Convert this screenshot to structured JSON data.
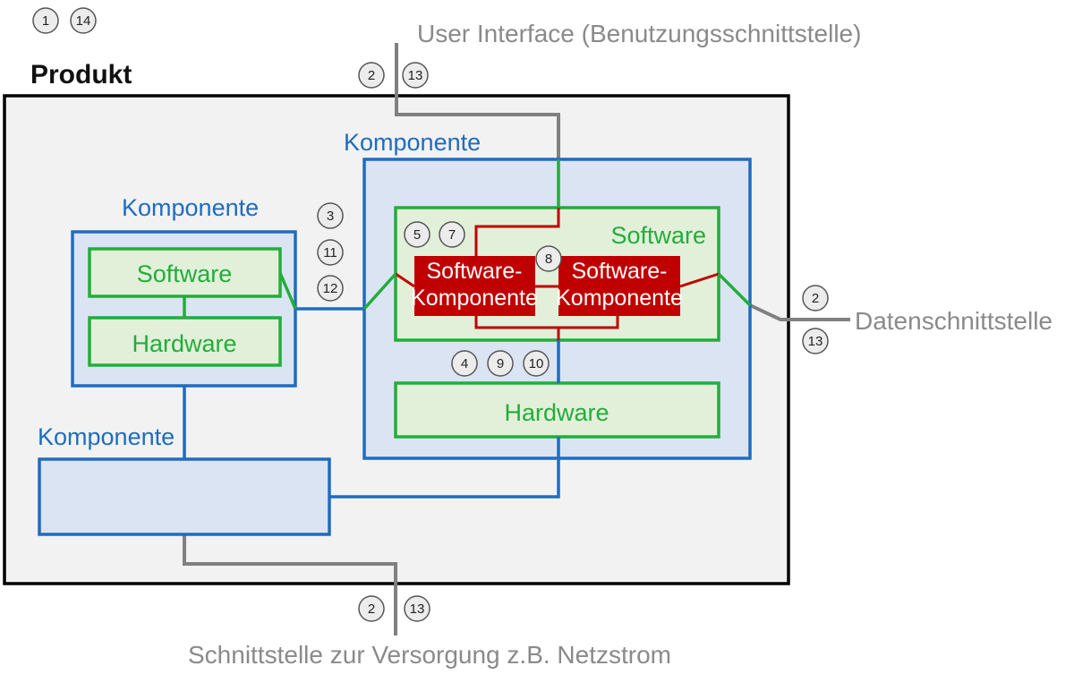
{
  "title": "Produkt",
  "interfaces": {
    "user": "User Interface (Benutzungsschnittstelle)",
    "data": "Datenschnittstelle",
    "power": "Schnittstelle zur Versorgung z.B. Netzstrom"
  },
  "components": {
    "left_title": "Komponente",
    "right_title": "Komponente",
    "bottom_title": "Komponente"
  },
  "blocks": {
    "left_software": "Software",
    "left_hardware": "Hardware",
    "right_software": "Software",
    "right_hardware": "Hardware",
    "swc1_line1": "Software-",
    "swc1_line2": "Komponente",
    "swc2_line1": "Software-",
    "swc2_line2": "Komponente"
  },
  "badges": {
    "b1": "1",
    "b14": "14",
    "ui2": "2",
    "ui13": "13",
    "c3": "3",
    "c11": "11",
    "c12": "12",
    "s5": "5",
    "s7": "7",
    "s8": "8",
    "h4": "4",
    "h9": "9",
    "h10": "10",
    "d2": "2",
    "d13": "13",
    "p2": "2",
    "p13": "13"
  },
  "colors": {
    "component": "#1f6cbf",
    "software": "#22ad3b",
    "software_component": "#c00000",
    "interface": "#808080",
    "product_border": "#000000"
  }
}
